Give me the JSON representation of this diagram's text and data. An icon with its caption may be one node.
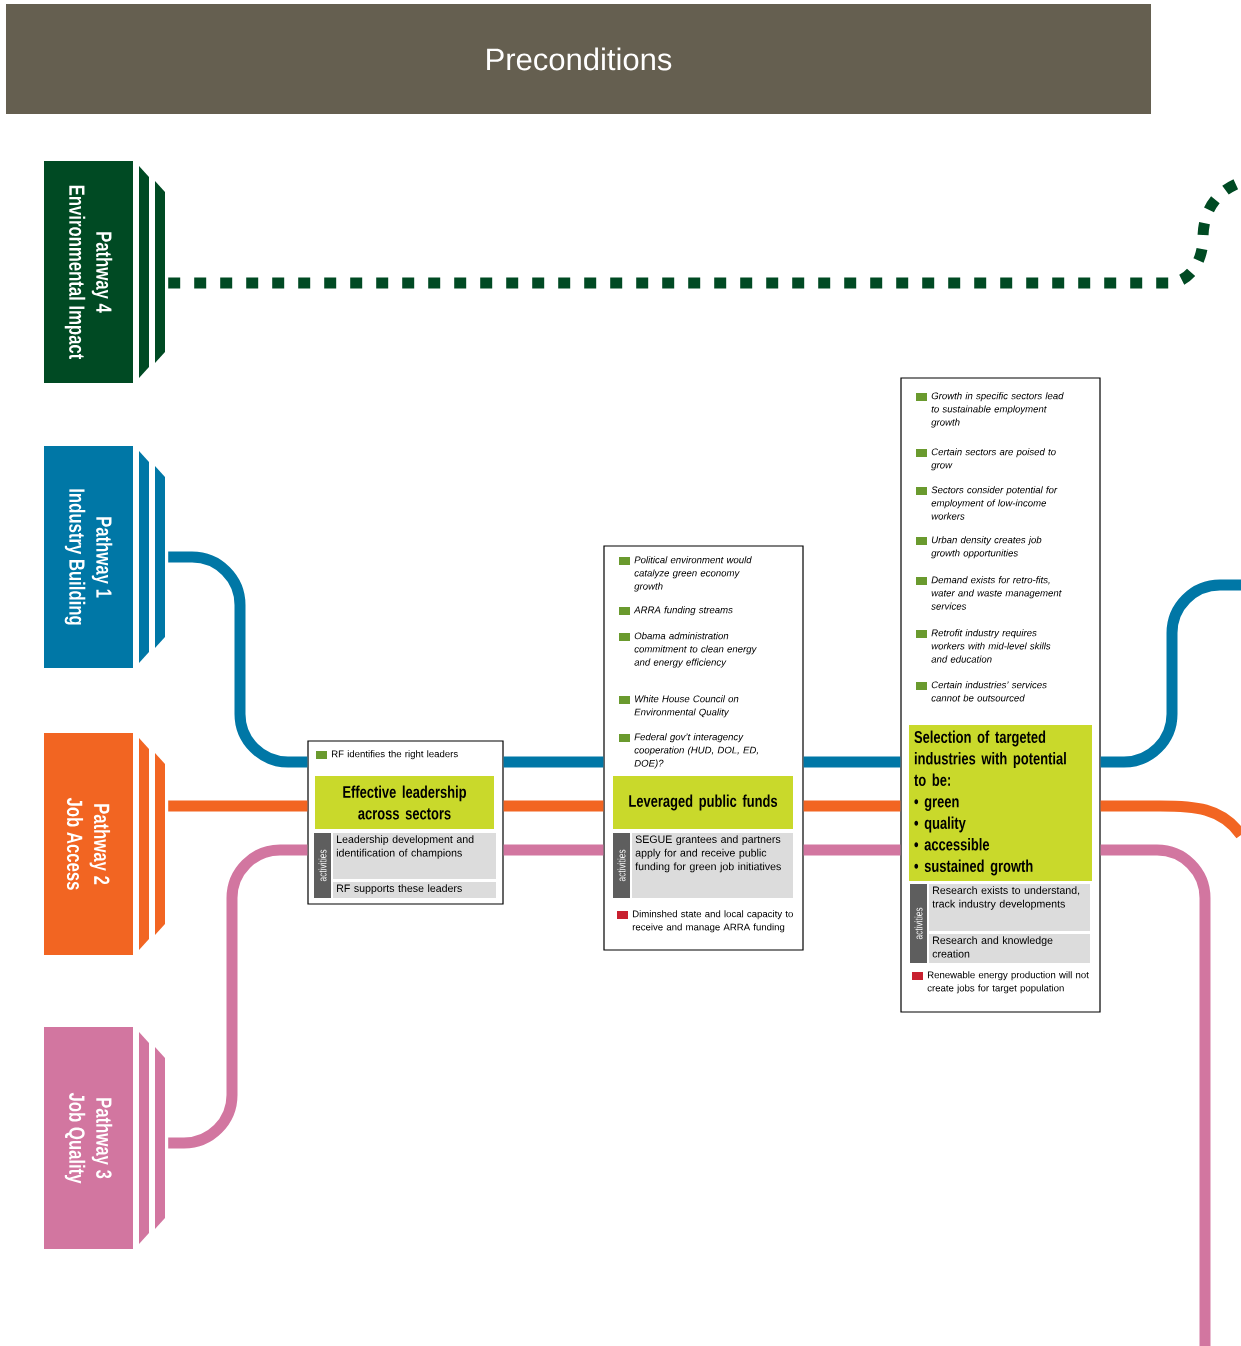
{
  "diagram": {
    "title": "Preconditions",
    "nodes": [
      {
        "text": [
          "Pathway 4",
          "Environmental Impact"
        ]
      },
      {
        "text": [
          "Pathway 1",
          "Industry Building"
        ]
      },
      {
        "text": [
          "Pathway 2",
          "Job Access"
        ]
      },
      {
        "text": [
          "Pathway 3",
          "Job Quality"
        ]
      },
      {
        "text": [
          "RF identifies the right leaders"
        ]
      },
      {
        "text": [
          "Effective leadership across sectors"
        ],
        "in": 4
      },
      {
        "text": [
          "activities",
          "Leadership development and identification of champions",
          "RF supports these leaders"
        ],
        "in": 4
      },
      {
        "text": [
          "Political environment would catalyze green economy growth",
          "ARRA funding streams",
          "Obama administration commitment to clean energy and energy efficiency",
          "White House Council on Environmental Quality",
          "Federal gov’t interagency cooperation (HUD, DOL, ED, DOE)?",
          "Diminshed state and local capacity to receive and manage ARRA funding"
        ]
      },
      {
        "text": [
          "Leveraged public funds"
        ],
        "in": 7
      },
      {
        "text": [
          "activities",
          "SEGUE grantees and partners apply for and receive public funding for green job initiatives"
        ],
        "in": 7
      },
      {
        "text": [
          "Growth in specific sectors lead to sustainable employment growth",
          "Certain sectors are poised to grow",
          "Sectors consider potential for employment of low-income workers",
          "Urban density creates job growth opportunities",
          "Demand exists for retro-fits, water and waste management services",
          "Retrofit industry requires workers with mid-level skills and education",
          "Certain industries’ services cannot be outsourced",
          "Renewable energy production will not create jobs for target population"
        ]
      },
      {
        "text": [
          "Selection of targeted industries with potential to be:",
          "• green",
          "• quality",
          "• accessible",
          "• sustained growth"
        ],
        "in": 10
      },
      {
        "text": [
          "activities",
          "Research exists to understand, track industry developments",
          "Research and knowledge creation"
        ],
        "in": 10
      }
    ],
    "edges": [
      {
        "from": 0,
        "to": null,
        "arrow": "none",
        "style": "dashed",
        "color": "#004a23"
      },
      {
        "from": 1,
        "to": 4,
        "arrow": "none",
        "color": "#0077a6"
      },
      {
        "from": 4,
        "to": 7,
        "arrow": "none",
        "color": "#0077a6"
      },
      {
        "from": 7,
        "to": 10,
        "arrow": "none",
        "color": "#0077a6"
      },
      {
        "from": 10,
        "to": null,
        "arrow": "none",
        "color": "#0077a6"
      },
      {
        "from": 2,
        "to": 4,
        "arrow": "none",
        "color": "#f26522"
      },
      {
        "from": 4,
        "to": 7,
        "arrow": "none",
        "color": "#f26522"
      },
      {
        "from": 7,
        "to": 10,
        "arrow": "none",
        "color": "#f26522"
      },
      {
        "from": 10,
        "to": null,
        "arrow": "none",
        "color": "#f26522"
      },
      {
        "from": 3,
        "to": 4,
        "arrow": "none",
        "color": "#d276a0"
      },
      {
        "from": 4,
        "to": 7,
        "arrow": "none",
        "color": "#d276a0"
      },
      {
        "from": 7,
        "to": 10,
        "arrow": "none",
        "color": "#d276a0"
      },
      {
        "from": 10,
        "to": null,
        "arrow": "none",
        "color": "#d276a0"
      }
    ]
  }
}
